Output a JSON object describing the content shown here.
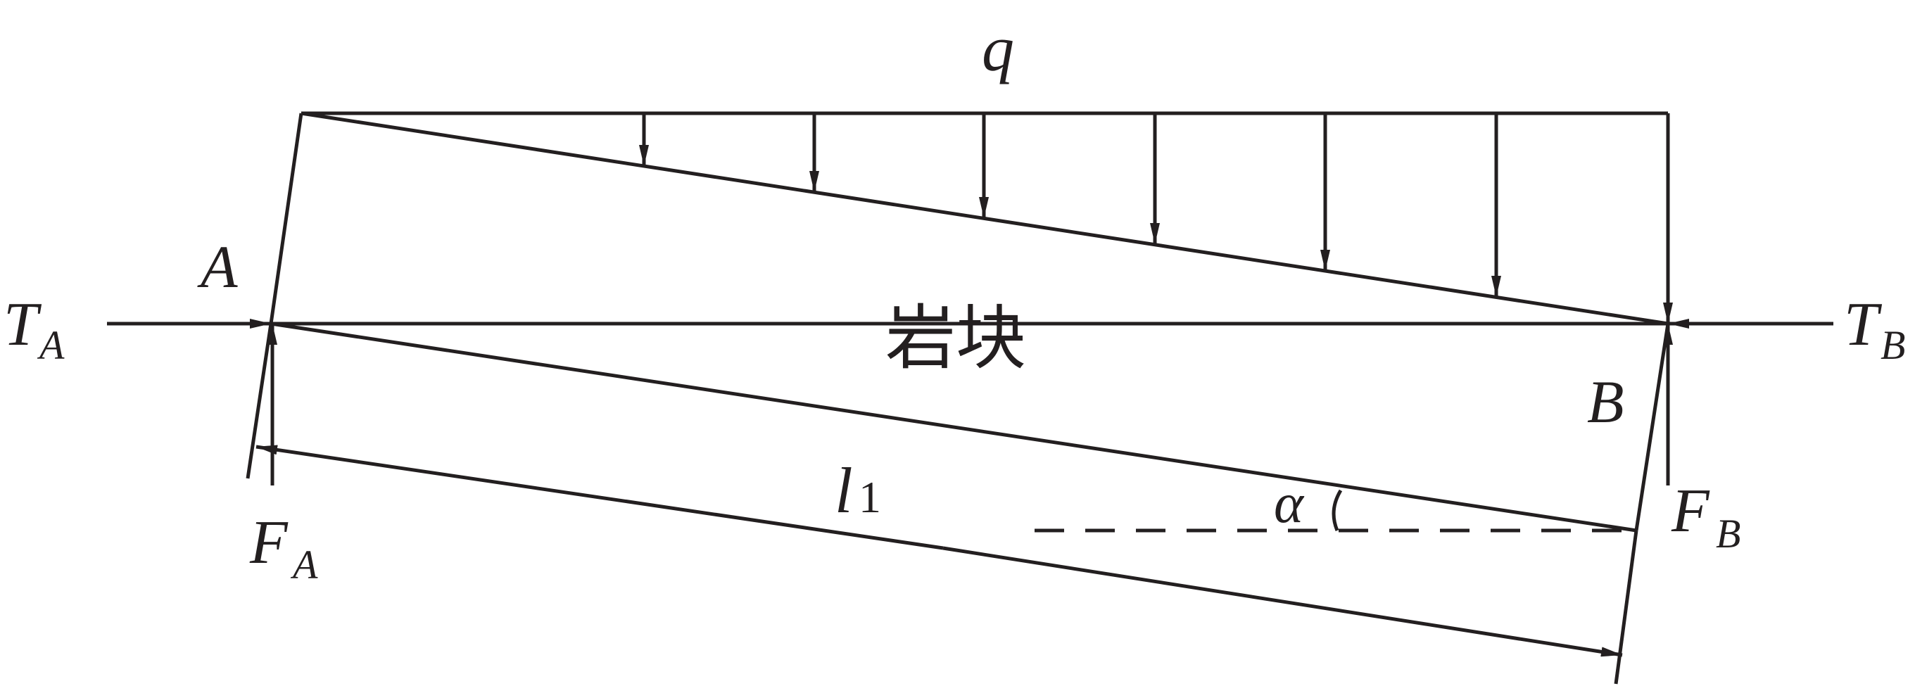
{
  "figure": {
    "background": "#ffffff",
    "ink_color": "#231f20",
    "labels": {
      "load": "q",
      "block": "岩块",
      "point_a": "A",
      "point_b": "B",
      "tension_a_main": "T",
      "tension_a_sub": "A",
      "tension_b_main": "T",
      "tension_b_sub": "B",
      "force_a_main": "F",
      "force_a_sub": "A",
      "force_b_main": "F",
      "force_b_sub": "B",
      "length_main": "l",
      "length_sub": "1",
      "angle": "α"
    }
  }
}
